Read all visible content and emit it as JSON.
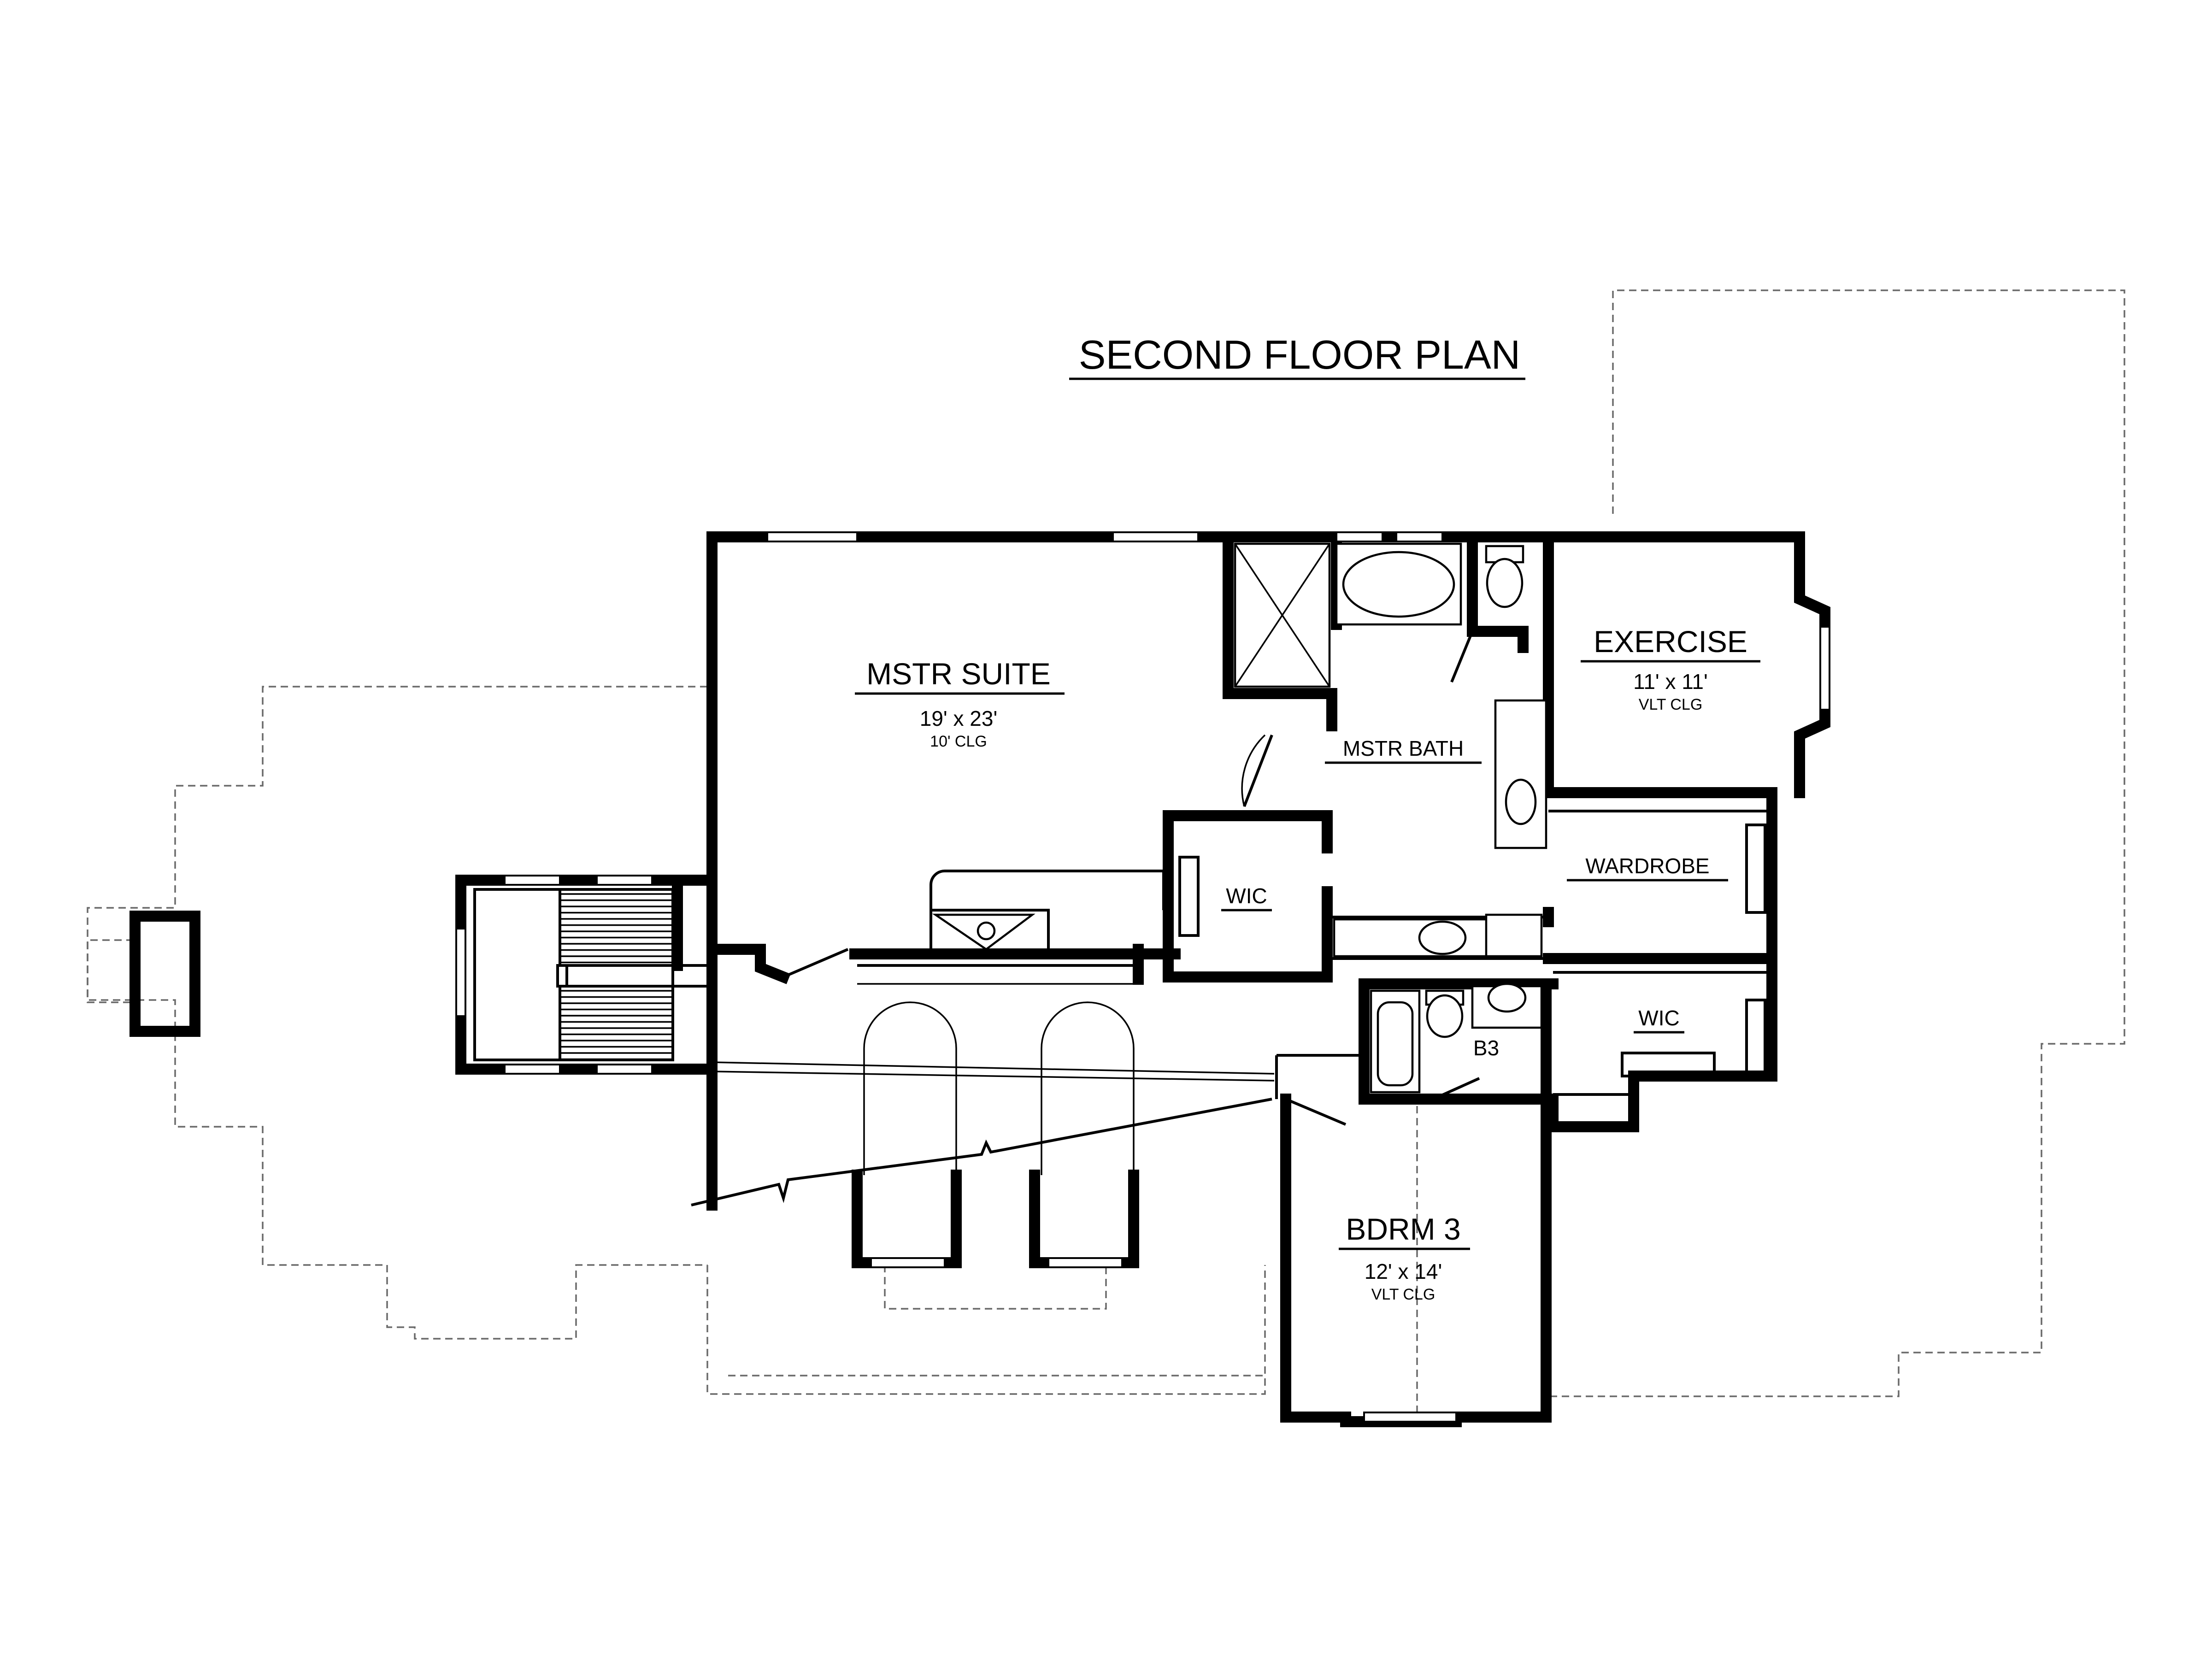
{
  "title": "SECOND FLOOR PLAN",
  "rooms": {
    "mstr_suite": {
      "name": "MSTR SUITE",
      "size": "19' x 23'",
      "ceiling": "10' CLG"
    },
    "exercise": {
      "name": "EXERCISE",
      "size": "11' x 11'",
      "ceiling": "VLT CLG"
    },
    "mstr_bath": {
      "name": "MSTR BATH"
    },
    "wic_master": {
      "name": "WIC"
    },
    "wardrobe": {
      "name": "WARDROBE"
    },
    "wic_bdrm3": {
      "name": "WIC"
    },
    "b3": {
      "name": "B3"
    },
    "bdrm3": {
      "name": "BDRM 3",
      "size": "12' x 14'",
      "ceiling": "VLT CLG"
    }
  },
  "colors": {
    "walls": "#000000",
    "roof_outline": "#6a6a6a",
    "background": "#ffffff"
  }
}
